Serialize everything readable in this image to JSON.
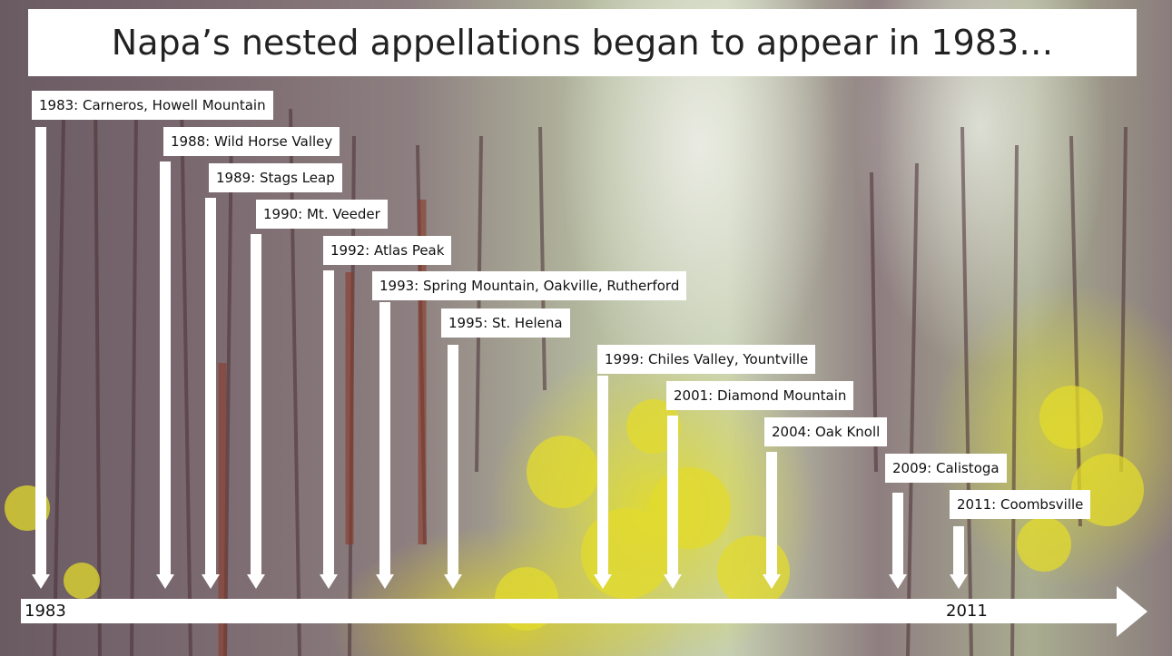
{
  "title": "Napa’s nested appellations began to appear in 1983…",
  "appellations": [
    {
      "year": 1983,
      "label": "1983: Carneros, Howell Mountain"
    },
    {
      "year": 1988,
      "label": "1988: Wild Horse Valley"
    },
    {
      "year": 1989,
      "label": "1989: Stags Leap"
    },
    {
      "year": 1990,
      "label": "1990: Mt. Veeder"
    },
    {
      "year": 1992,
      "label": "1992: Atlas Peak"
    },
    {
      "year": 1993,
      "label": "1993: Spring Mountain, Oakville, Rutherford"
    },
    {
      "year": 1995,
      "label": "1995: St. Helena"
    },
    {
      "year": 1999,
      "label": "1999: Chiles Valley, Yountville"
    },
    {
      "year": 2001,
      "label": "2001: Diamond Mountain"
    },
    {
      "year": 2004,
      "label": "2004: Oak Knoll"
    },
    {
      "year": 2009,
      "label": "2009: Calistoga"
    },
    {
      "year": 2011,
      "label": "2011: Coombsville"
    }
  ],
  "axis": {
    "start": "1983",
    "end": "2011"
  }
}
